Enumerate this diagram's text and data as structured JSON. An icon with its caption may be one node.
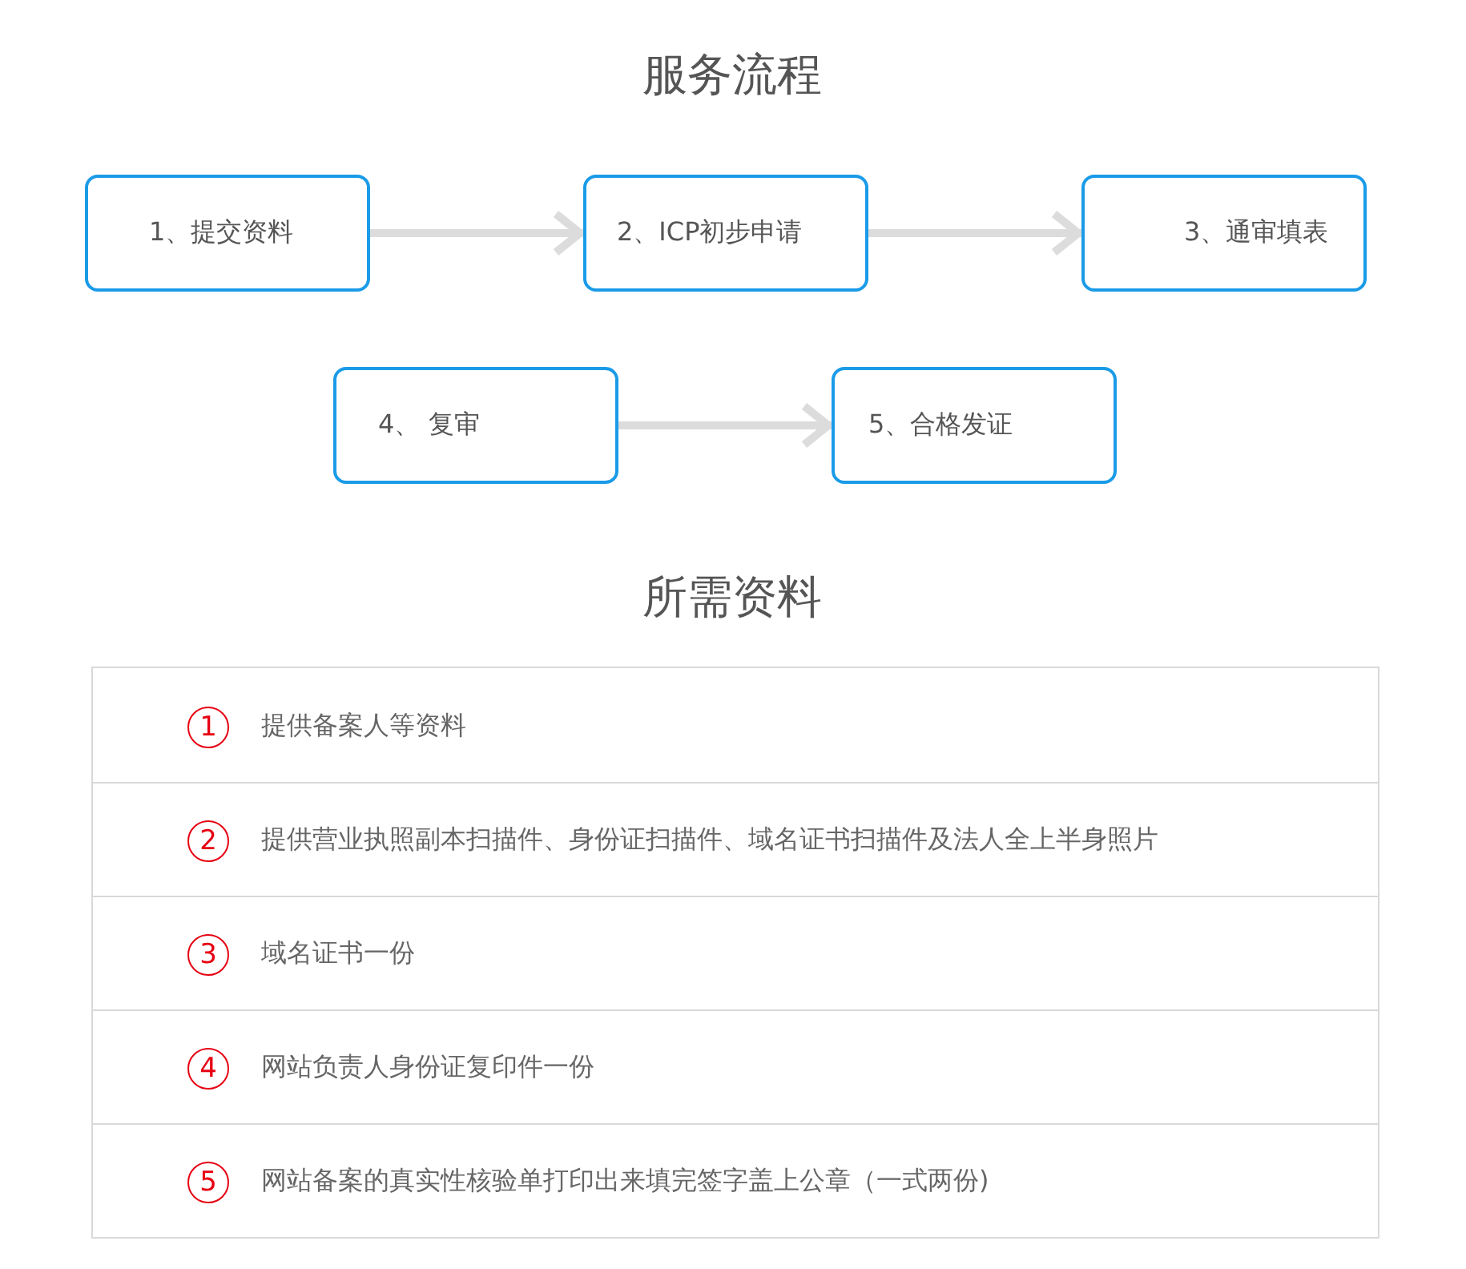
{
  "diagram": {
    "title": "服务流程",
    "nodes": [
      {
        "text": [
          "1、提交资料"
        ]
      },
      {
        "text": [
          "2、ICP初步申请"
        ]
      },
      {
        "text": [
          "3、通审填表"
        ]
      },
      {
        "text": [
          "4、 复审"
        ]
      },
      {
        "text": [
          "5、合格发证"
        ]
      }
    ],
    "edges": [
      {
        "from": 0,
        "to": 1,
        "arrow": "to"
      },
      {
        "from": 1,
        "to": 2,
        "arrow": "to"
      },
      {
        "from": 3,
        "to": 4,
        "arrow": "to"
      }
    ],
    "labels": [
      "所需资料",
      "1",
      "提供备案人等资料",
      "2",
      "提供营业执照副本扫描件、身份证扫描件、域名证书扫描件及法人全上半身照片",
      "3",
      "域名证书一份",
      "4",
      "网站负责人身份证复印件一份",
      "5",
      "网站备案的真实性核验单打印出来填完签字盖上公章（一式两份)"
    ]
  }
}
